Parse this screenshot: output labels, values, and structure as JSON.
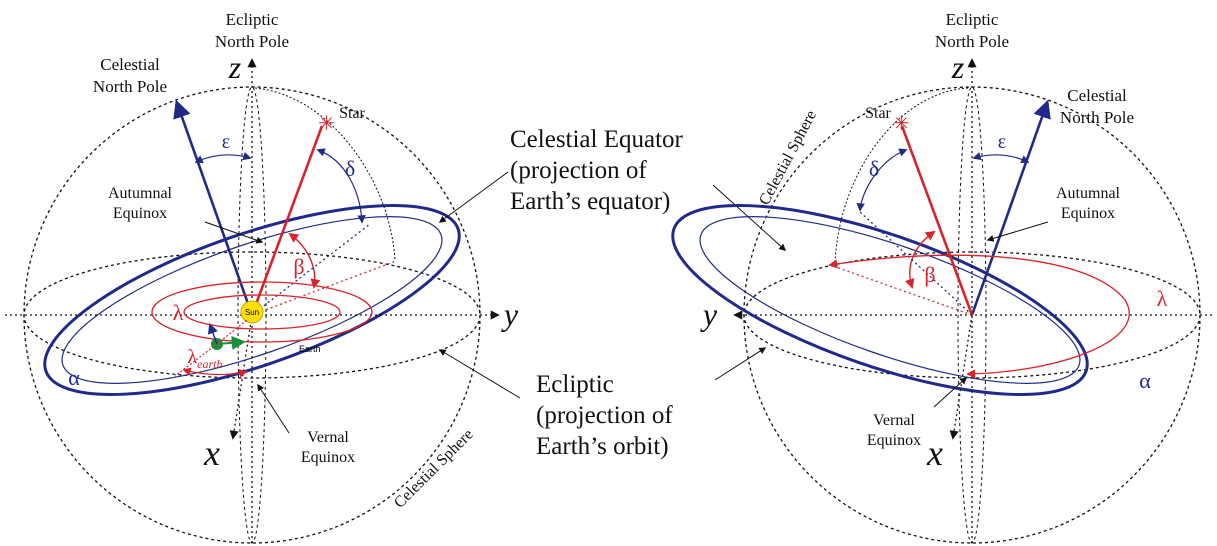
{
  "colors": {
    "blue": "#1f2a8a",
    "red": "#d9232a",
    "green": "#1a8f3a",
    "sun": "#ffe000",
    "black": "#111111"
  },
  "left": {
    "ecliptic_pole": [
      "Ecliptic",
      "North Pole"
    ],
    "celestial_pole": [
      "Celestial",
      "North Pole"
    ],
    "axis_z": "z",
    "axis_y": "y",
    "axis_x": "x",
    "star": "Star",
    "epsilon": "ε",
    "delta": "δ",
    "beta": "β",
    "lambda": "λ",
    "alpha": "α",
    "lambda_earth_base": "λ",
    "lambda_earth_sub": "earth",
    "sun": "Sun",
    "earth": "Earth",
    "autumnal": [
      "Autumnal",
      "Equinox"
    ],
    "vernal": [
      "Vernal",
      "Equinox"
    ],
    "sphere": "Celestial Sphere"
  },
  "center": {
    "celestial_equator": [
      "Celestial Equator",
      "(projection of",
      "Earth’s equator)"
    ],
    "ecliptic": [
      "Ecliptic",
      "(projection of",
      "Earth’s orbit)"
    ]
  },
  "right": {
    "ecliptic_pole": [
      "Ecliptic",
      "North Pole"
    ],
    "celestial_pole": [
      "Celestial",
      "North Pole"
    ],
    "axis_z": "z",
    "axis_y": "y",
    "axis_x": "x",
    "star": "Star",
    "epsilon": "ε",
    "delta": "δ",
    "beta": "β",
    "lambda": "λ",
    "alpha": "α",
    "autumnal": [
      "Autumnal",
      "Equinox"
    ],
    "vernal": [
      "Vernal",
      "Equinox"
    ],
    "sphere": "Celestial Sphere"
  }
}
